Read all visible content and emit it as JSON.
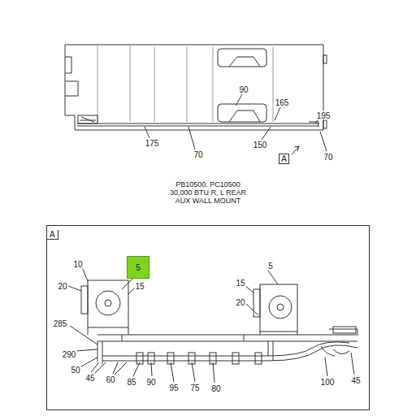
{
  "diagram": {
    "caption": "PB10500, PC10500 30,000 BTU R, L REAR AUX WALL MOUNT",
    "nodes": [
      {
        "text": [
          "A"
        ]
      },
      {
        "text": [
          "A"
        ]
      },
      {
        "text": [
          "5"
        ],
        "in": 1
      }
    ],
    "labels": [
      "90",
      "165",
      "195",
      "175",
      "70",
      "150",
      "70",
      "10",
      "5",
      "20",
      "15",
      "15",
      "20",
      "285",
      "290",
      "50",
      "45",
      "60",
      "85",
      "90",
      "95",
      "75",
      "80",
      "100",
      "45"
    ]
  }
}
